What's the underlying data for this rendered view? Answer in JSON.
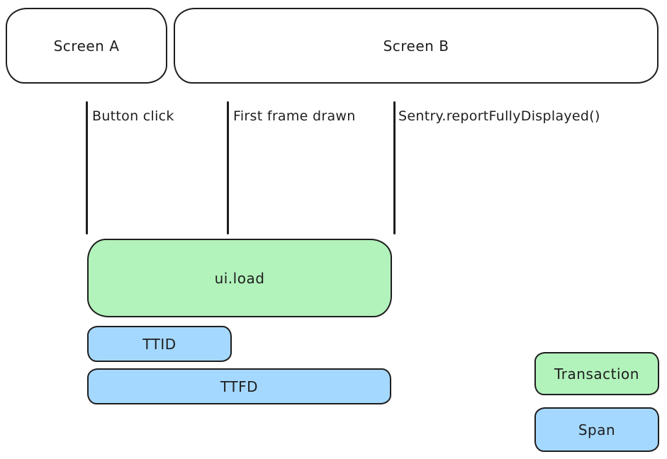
{
  "diagram": {
    "colors": {
      "stroke": "#1e1e1e",
      "transaction_fill": "#b2f2bb",
      "span_fill": "#a5d8ff",
      "background": "#ffffff"
    },
    "screens": [
      {
        "label": "Screen A"
      },
      {
        "label": "Screen B"
      }
    ],
    "events": [
      {
        "label": "Button click"
      },
      {
        "label": "First frame drawn"
      },
      {
        "label": "Sentry.reportFullyDisplayed()"
      }
    ],
    "bars": [
      {
        "label": "ui.load",
        "kind": "transaction"
      },
      {
        "label": "TTID",
        "kind": "span"
      },
      {
        "label": "TTFD",
        "kind": "span"
      }
    ],
    "legend": [
      {
        "label": "Transaction",
        "kind": "transaction"
      },
      {
        "label": "Span",
        "kind": "span"
      }
    ]
  }
}
